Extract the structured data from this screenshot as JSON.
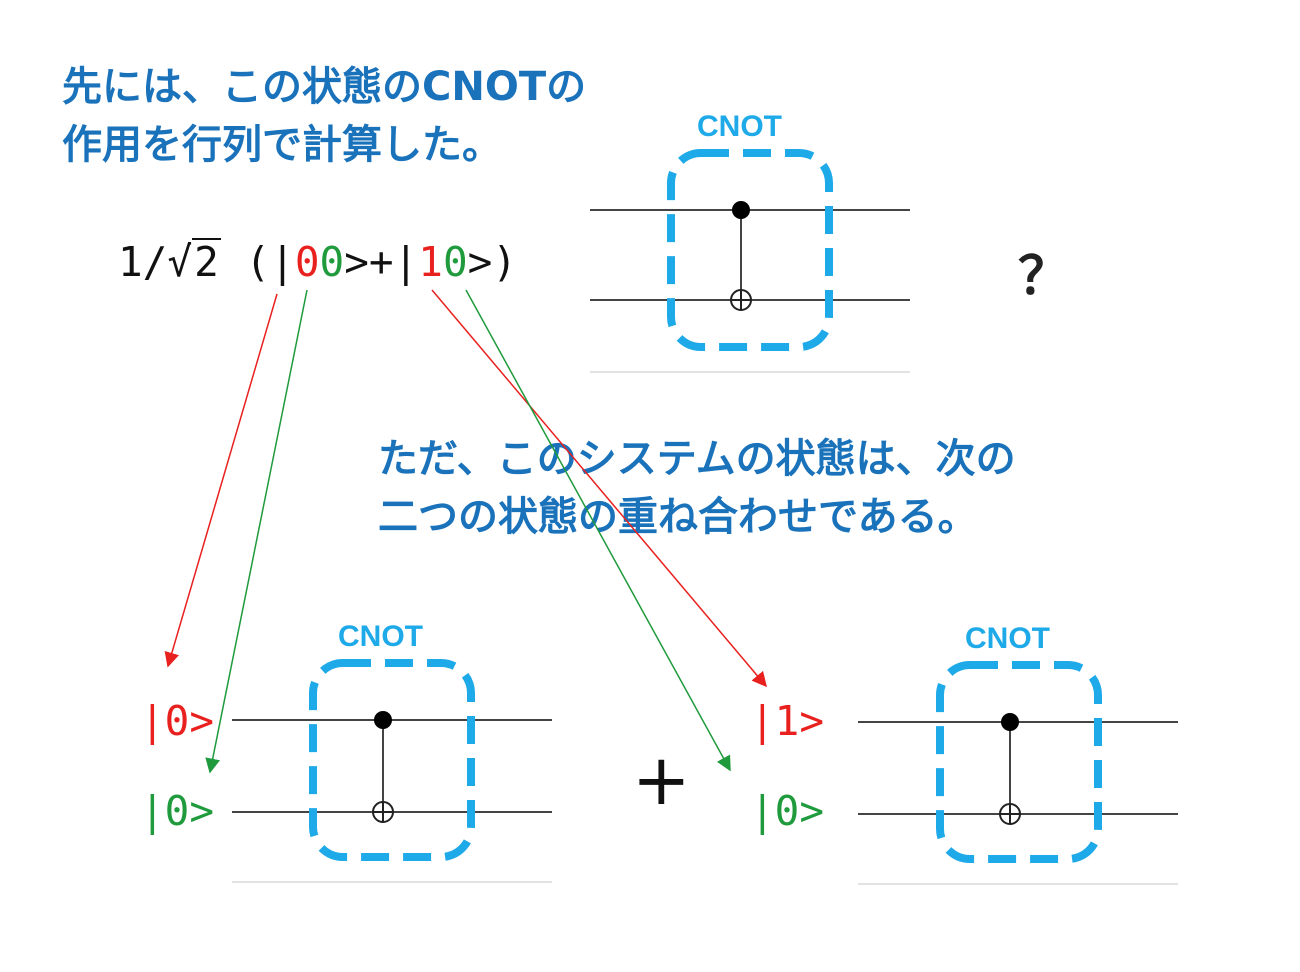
{
  "captions": {
    "top_line1": "先には、この状態のCNOTの",
    "top_line2": "作用を行列で計算した。",
    "mid_line1": "ただ、このシステムの状態は、次の",
    "mid_line2": "二つの状態の重ね合わせである。"
  },
  "formula": {
    "prefix": "1/",
    "radicand": "2",
    "open": " (|",
    "q1_a": "0",
    "q2_a": "0",
    "mid": ">+|",
    "q1_b": "1",
    "q2_b": "0",
    "close": ">)"
  },
  "question_mark": "？",
  "plus_sign": "+",
  "gates": [
    {
      "label": "CNOT"
    },
    {
      "label": "CNOT"
    },
    {
      "label": "CNOT"
    }
  ],
  "left_inputs": {
    "control": "|0>",
    "target": "|0>"
  },
  "right_inputs": {
    "control": "|1>",
    "target": "|0>"
  },
  "colors": {
    "caption_blue": "#1a72bb",
    "gate_blue": "#1ea9e8",
    "red": "#e8201e",
    "green": "#1f9a3c"
  }
}
